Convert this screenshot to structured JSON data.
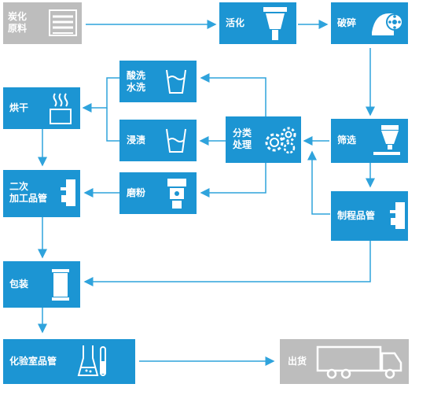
{
  "steps": {
    "raw": "炭化\n原料",
    "activate": "活化",
    "crush": "破碎",
    "screen": "筛选",
    "classify": "分类\n处理",
    "acid_wash": "酸洗\n水洗",
    "soak": "浸渍",
    "grind": "磨粉",
    "dry": "烘干",
    "secondary_qc": "二次\n加工品管",
    "process_qc": "制程品管",
    "pack": "包装",
    "lab_qc": "化验室品管",
    "ship": "出货"
  },
  "colors": {
    "box": "#1c95d3",
    "gray_box": "#bdbdbd",
    "arrow": "#2fa3dc"
  }
}
